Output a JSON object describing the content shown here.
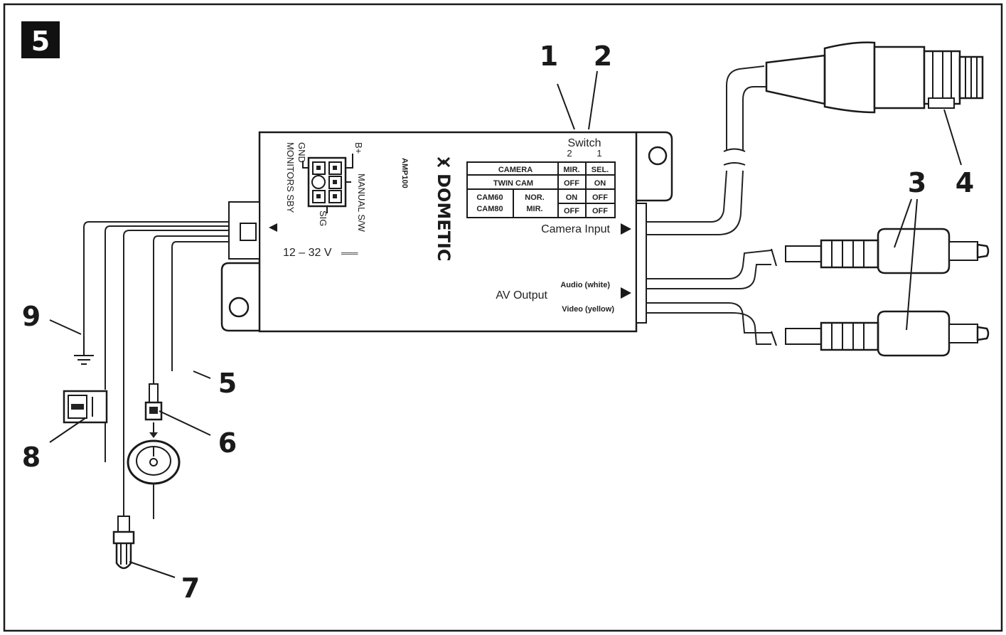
{
  "figure_number": "5",
  "switch": {
    "title": "Switch",
    "col_2": "2",
    "col_1": "1"
  },
  "table": {
    "header": [
      "CAMERA",
      "MIR.",
      "SEL."
    ],
    "row_twin": [
      "TWIN CAM",
      "OFF",
      "ON"
    ],
    "row_cam_a": [
      "CAM60",
      "NOR.",
      "ON",
      "OFF"
    ],
    "row_cam_b": [
      "CAM80",
      "MIR.",
      "OFF",
      "OFF"
    ]
  },
  "device": {
    "brand": "DOMETIC",
    "model": "AMP100",
    "voltage": "12 – 32 V",
    "voltage_unit": "═══",
    "camera_input": "Camera Input",
    "av_output": "AV Output",
    "audio": "Audio (white)",
    "video": "Video (yellow)"
  },
  "pins": {
    "b_plus": "B+",
    "gnd": "GND",
    "monitors_sby": "MONITORS SBY",
    "manual_sw": "MANUAL S/W",
    "sig": "SIG"
  },
  "callouts": [
    "1",
    "2",
    "3",
    "4",
    "5",
    "6",
    "7",
    "8",
    "9"
  ]
}
